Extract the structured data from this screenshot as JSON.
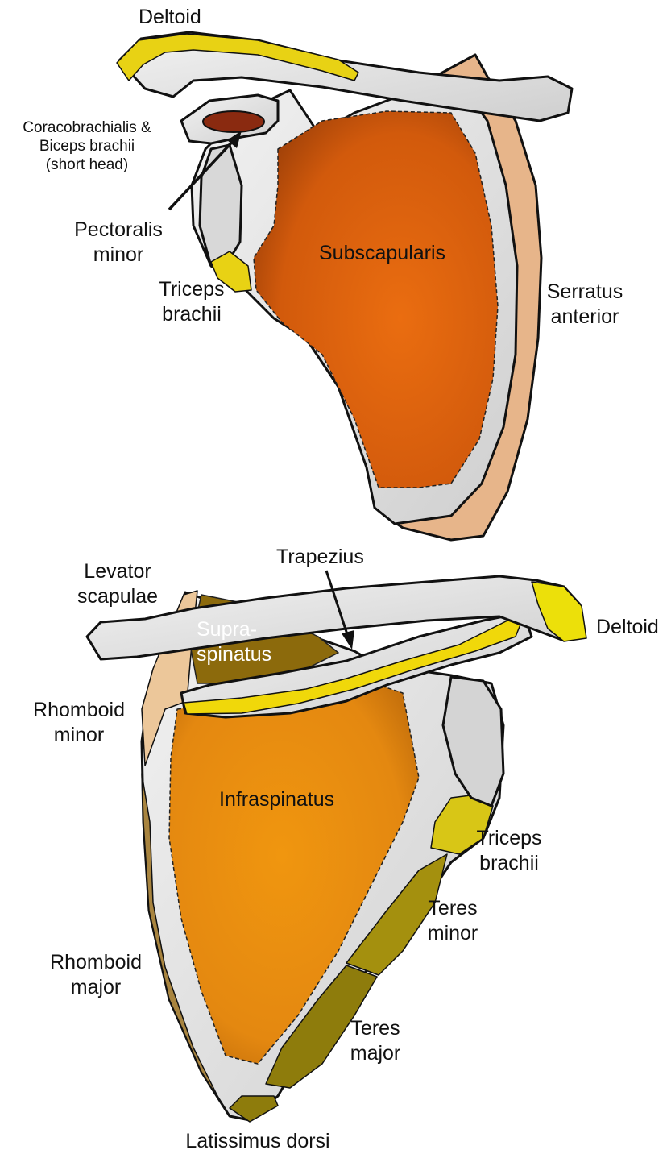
{
  "anterior_view": {
    "labels": {
      "deltoid": "Deltoid",
      "coracobrachialis": [
        "Coracobrachialis &",
        "Biceps brachii",
        "(short head)"
      ],
      "pectoralis_minor": [
        "Pectoralis",
        "minor"
      ],
      "subscapularis": "Subscapularis",
      "triceps_brachii": [
        "Triceps",
        "brachii"
      ],
      "serratus_anterior": [
        "Serratus",
        "anterior"
      ]
    }
  },
  "posterior_view": {
    "labels": {
      "trapezius": "Trapezius",
      "levator_scapulae": [
        "Levator",
        "scapulae"
      ],
      "supraspinatus": [
        "Supra-",
        "spinatus"
      ],
      "deltoid": "Deltoid",
      "rhomboid_minor": [
        "Rhomboid",
        "minor"
      ],
      "infraspinatus": "Infraspinatus",
      "triceps_brachii": [
        "Triceps",
        "brachii"
      ],
      "teres_minor": [
        "Teres",
        "minor"
      ],
      "rhomboid_major": [
        "Rhomboid",
        "major"
      ],
      "teres_major": [
        "Teres",
        "major"
      ],
      "latissimus_dorsi": "Latissimus dorsi"
    }
  },
  "colors": {
    "bone": "#e6e6e6",
    "outline": "#111111",
    "subscapularis": "#d9620f",
    "infraspinatus": "#e88a10",
    "supraspinatus": "#8c6a0c",
    "yellow_attachment": "#e8d214",
    "olive_attachment": "#9a8a10",
    "tan_attachment": "#e9b98c",
    "coracobrachialis": "#8a2a10",
    "rhomboid": "#9a7a40"
  }
}
